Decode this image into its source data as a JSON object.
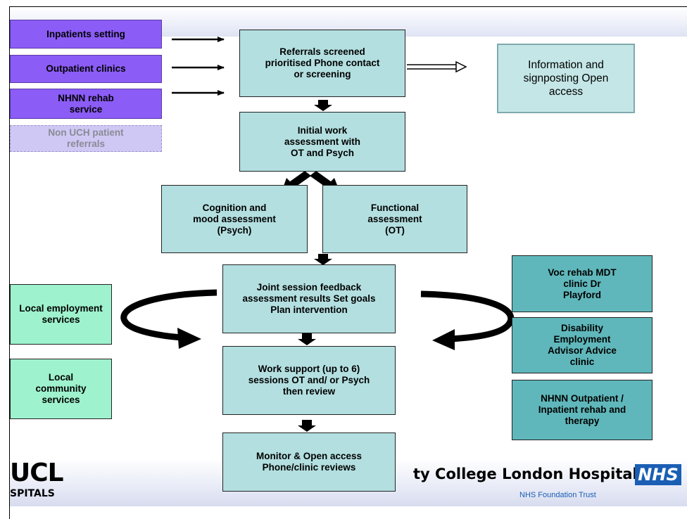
{
  "sources": {
    "inpatients": "Inpatients setting",
    "outpatient": "Outpatient clinics",
    "nhnn_rehab": "NHNN rehab service",
    "non_uch": "Non UCH patient referrals"
  },
  "flow": {
    "referrals": "Referrals screened prioritised Phone contact or screening",
    "initial": "Initial work assessment with OT and Psych",
    "cognition": "Cognition and mood assessment (Psych)",
    "functional": "Functional assessment (OT)",
    "joint": "Joint session feedback assessment results Set goals Plan intervention",
    "support": "Work support (up to 6) sessions OT and/ or Psych then review",
    "monitor": "Monitor & Open access Phone/clinic reviews"
  },
  "info_box": "Information and signposting Open access",
  "local": {
    "employment": "Local employment services",
    "community": "Local community services"
  },
  "external": {
    "voc": "Voc rehab MDT clinic Dr Playford",
    "disability": "Disability Employment Advisor Advice clinic",
    "nhnn_outpatient": "NHNN Outpatient / Inpatient rehab and therapy"
  },
  "footer": {
    "ucl_mark": "UCL",
    "ucl_hospitals": "SPITALS",
    "trust_name": "ty College London Hospitals",
    "nhs_logo": "NHS",
    "trust_sub": "NHS Foundation Trust"
  },
  "colors": {
    "purple": "#8b5cf6",
    "aqua": "#b3dfe0",
    "teal": "#5fb7bb",
    "green": "#9ef2cd",
    "nhs_blue": "#1a5fb4"
  }
}
